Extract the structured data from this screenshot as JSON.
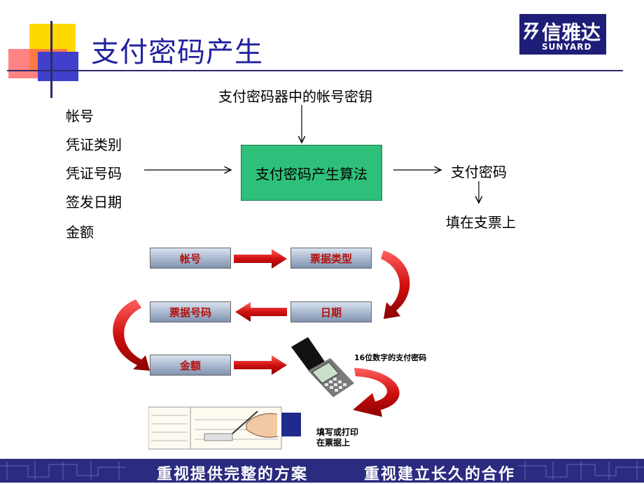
{
  "title": "支付密码产生",
  "logo": {
    "mark": "ⅈ",
    "cn": "信雅达",
    "en": "SUNYARD"
  },
  "flow": {
    "top_input": "支付密码器中的帐号密钥",
    "inputs": [
      "帐号",
      "凭证类别",
      "凭证号码",
      "签发日期",
      "金额"
    ],
    "algorithm": "支付密码产生算法",
    "output": "支付密码",
    "final": "填在支票上"
  },
  "steps": [
    "帐号",
    "票据类型",
    "日期",
    "票据号码",
    "金额"
  ],
  "device_label": "16位数字的支付密码",
  "print_label": [
    "填写或打印",
    "在票据上"
  ],
  "footer": {
    "left": "重视提供完整的方案",
    "right": "重视建立长久的合作"
  },
  "colors": {
    "title": "#2323a0",
    "algo_box": "#2ec07a",
    "arrow_red": "#c81414",
    "footer": "#2b2b80"
  }
}
